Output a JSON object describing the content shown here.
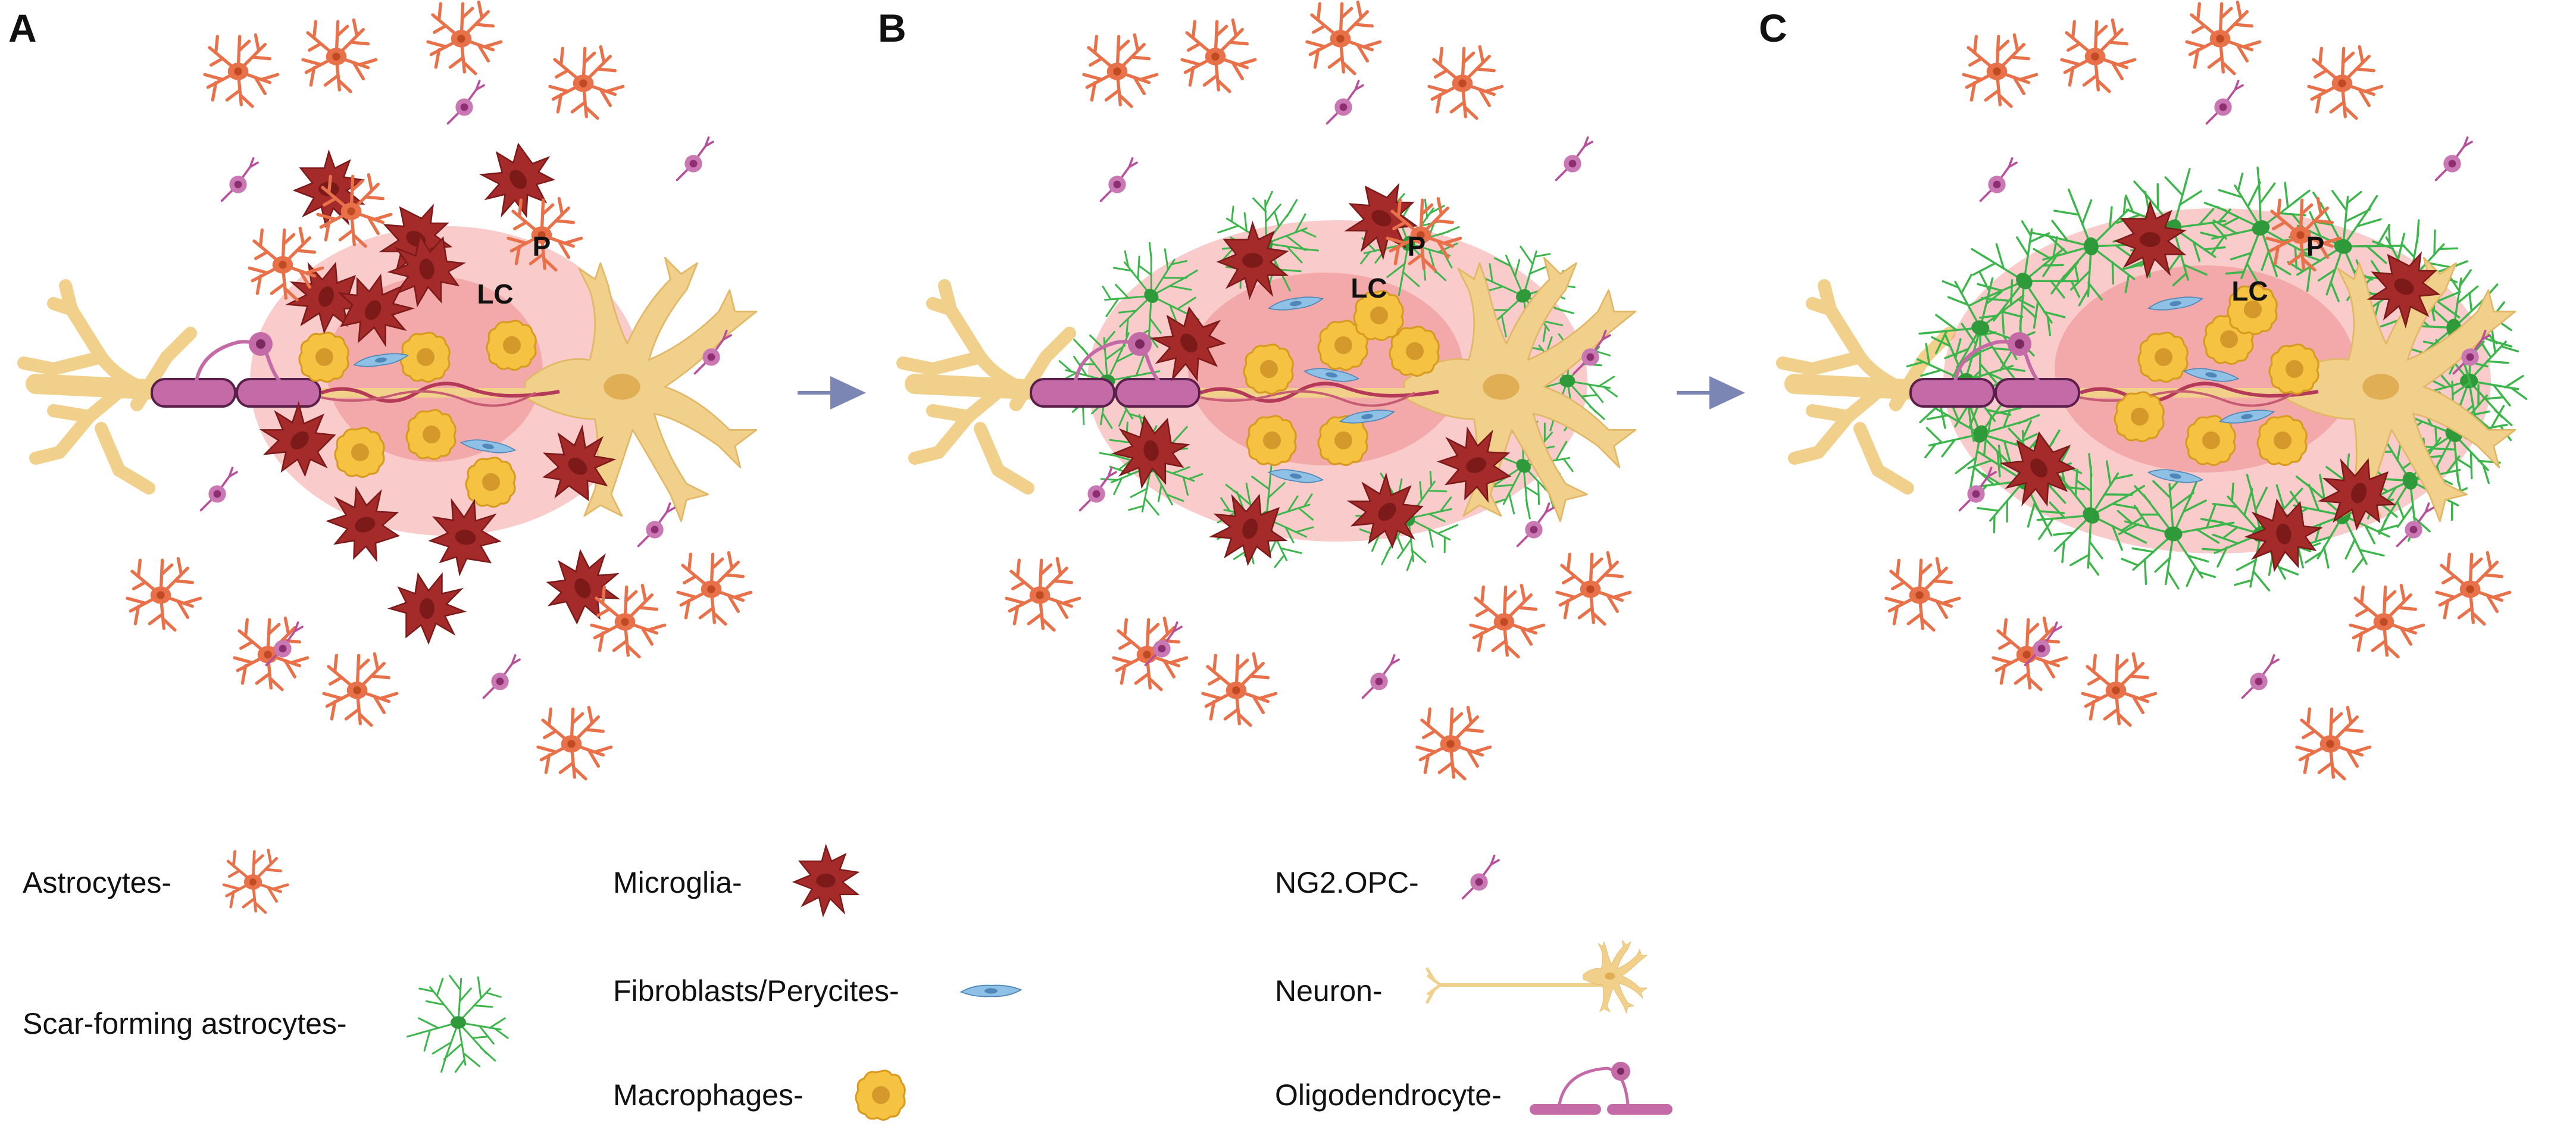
{
  "panels": [
    {
      "letter": "A",
      "p_label": "P",
      "lc_label": "LC"
    },
    {
      "letter": "B",
      "p_label": "P",
      "lc_label": "LC"
    },
    {
      "letter": "C",
      "p_label": "P",
      "lc_label": "LC"
    }
  ],
  "legend": {
    "astrocytes": "Astrocytes-",
    "scar_forming": "Scar-forming astrocytes-",
    "microglia": "Microglia-",
    "fibroblasts": "Fibroblasts/Perycites-",
    "macrophages": "Macrophages-",
    "ng2": "NG2.OPC-",
    "neuron": "Neuron-",
    "oligodendrocyte": "Oligodendrocyte-"
  },
  "colors": {
    "astrocyte": "#e8714a",
    "microglia": "#a52a2a",
    "scar_astrocyte": "#3cb54a",
    "macrophage": "#f5c341",
    "fibroblast": "#7fb6e0",
    "ng2": "#b84f9a",
    "neuron": "#f0d08a",
    "myelin": "#c46aa6",
    "arrow": "#7b86b5",
    "lesion": "#f28b8b"
  }
}
